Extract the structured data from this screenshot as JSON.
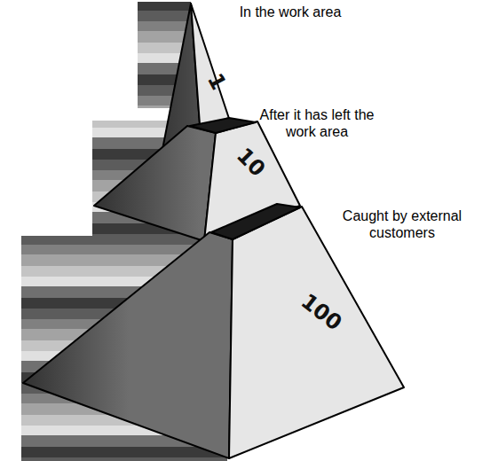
{
  "diagram": {
    "nodes": [
      {
        "text": [
          "In the work area",
          "1"
        ]
      },
      {
        "text": [
          "After it has left the work area",
          "10"
        ]
      },
      {
        "text": [
          "Caught by external customers",
          "100"
        ]
      }
    ]
  }
}
